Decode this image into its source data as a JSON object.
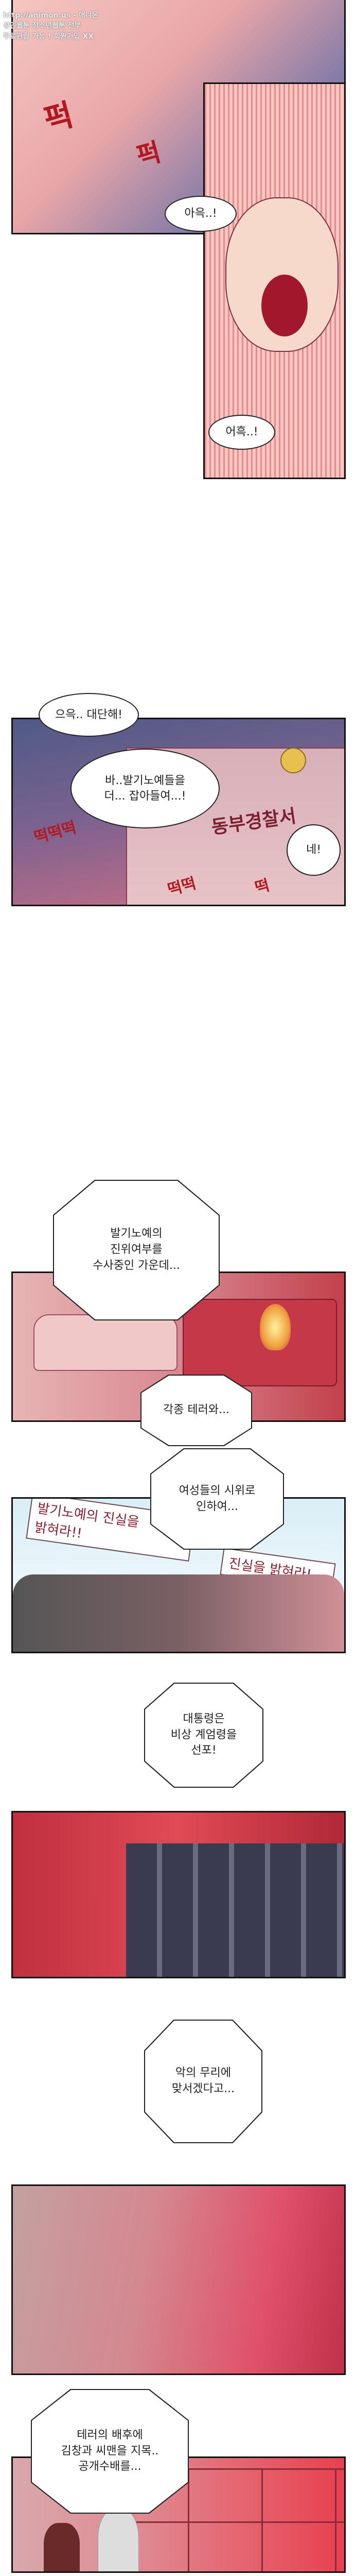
{
  "watermark": {
    "line1": "http://animon.us - 애니몬",
    "line2": "성인웹툰 정소년웹툰 전부",
    "line3": "무료관람 가능 ! 회원가입 XX"
  },
  "panels": [
    {
      "sfx": "퍽"
    },
    {},
    {
      "sign": "동부경찰서",
      "sfx": [
        "떡떡떡",
        "떡떡",
        "떡"
      ]
    },
    {},
    {
      "banners": [
        "발기노예의 진실을\n밝혀라!!",
        "진실을 밝혀라!"
      ]
    },
    {},
    {},
    {}
  ],
  "dialogue": {
    "b1": "아윽..!",
    "b2": "어흑..!",
    "b3": "으윽.. 대단해!",
    "b4": "바..발기노예들을\n더... 잡아들여...!",
    "b5": "네!"
  },
  "narration": {
    "n1": "발기노예의\n진위여부를\n수사중인 가운데...",
    "n2": "각종 테러와...",
    "n3": "여성들의 시위로\n인하여...",
    "n4": "대통령은\n비상 계엄령을\n선포!",
    "n5": "악의 무리에\n맞서겠다고...",
    "n6": "테러의 배후에\n김창과 씨맨을 지목..\n공개수배를..."
  }
}
